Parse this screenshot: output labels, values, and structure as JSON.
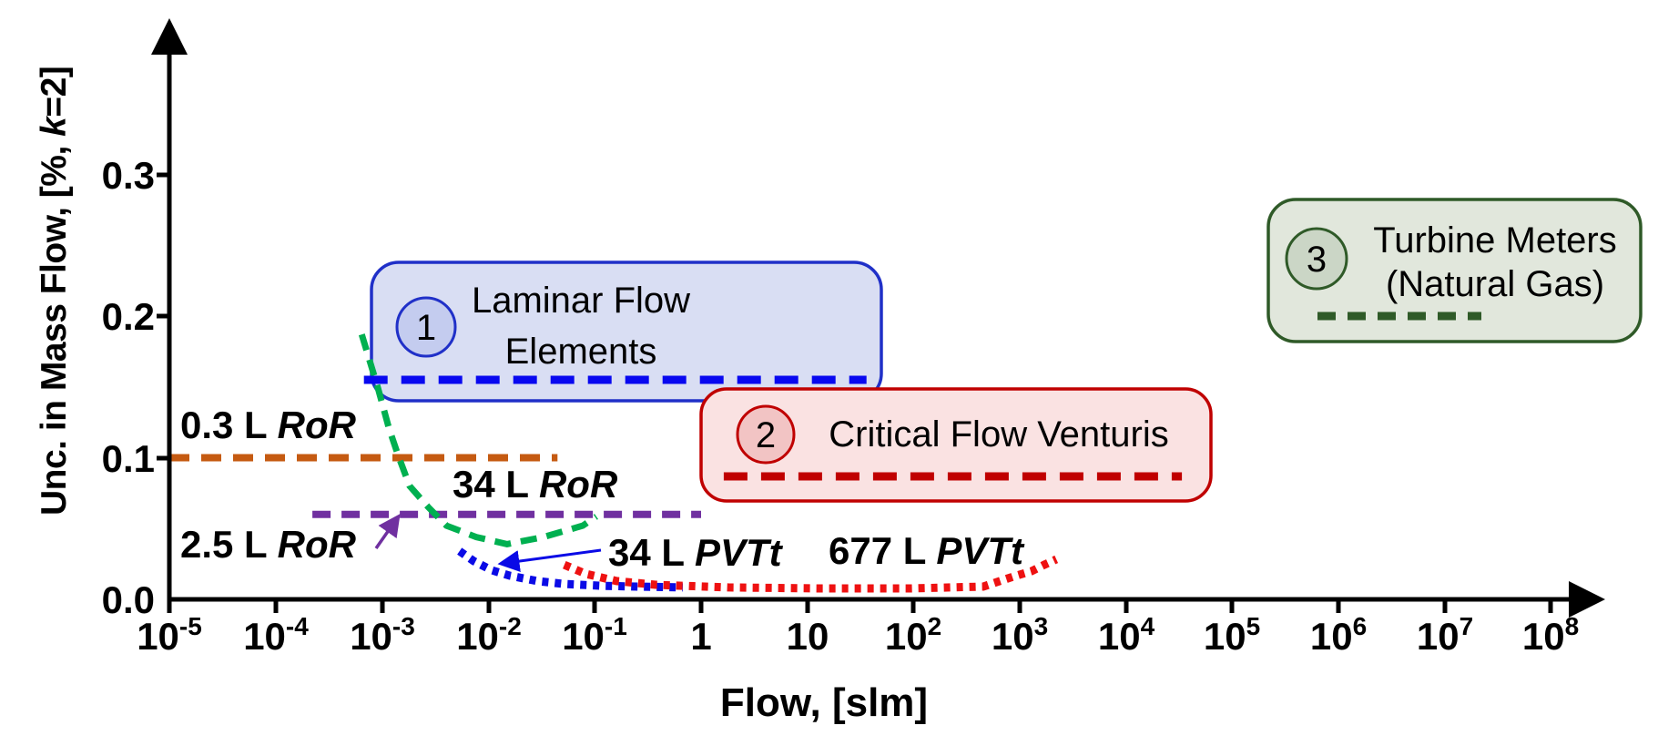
{
  "axes": {
    "y_label_prefix": "Unc. in Mass Flow, [%, ",
    "y_label_k": "k",
    "y_label_suffix": "=2]",
    "x_label": "Flow, [slm]",
    "y_ticks": [
      "0.0",
      "0.1",
      "0.2",
      "0.3"
    ],
    "x_ticks": [
      {
        "base": "10",
        "exp": "-5"
      },
      {
        "base": "10",
        "exp": "-4"
      },
      {
        "base": "10",
        "exp": "-3"
      },
      {
        "base": "10",
        "exp": "-2"
      },
      {
        "base": "10",
        "exp": "-1"
      },
      {
        "base": "1",
        "exp": ""
      },
      {
        "base": "10",
        "exp": ""
      },
      {
        "base": "10",
        "exp": "2"
      },
      {
        "base": "10",
        "exp": "3"
      },
      {
        "base": "10",
        "exp": "4"
      },
      {
        "base": "10",
        "exp": "5"
      },
      {
        "base": "10",
        "exp": "6"
      },
      {
        "base": "10",
        "exp": "7"
      },
      {
        "base": "10",
        "exp": "8"
      }
    ]
  },
  "chart_data": {
    "type": "line",
    "title": "",
    "xlabel": "Flow, [slm]",
    "ylabel": "Unc. in Mass Flow, [%, k=2]",
    "x_scale": "log10",
    "xlim": [
      1e-05,
      100000000
    ],
    "ylim": [
      0.0,
      0.38
    ],
    "grid": false,
    "legend_position": "inline-annotations",
    "series": [
      {
        "name": "0.3 L RoR",
        "style": "dashed",
        "color": "#C55A11",
        "dash": "22 13",
        "width": 8,
        "points": [
          [
            1e-05,
            0.1
          ],
          [
            0.044,
            0.1
          ]
        ]
      },
      {
        "name": "2.5 L RoR",
        "style": "dashed",
        "color": "#7030A0",
        "dash": "20 12",
        "width": 8,
        "points": [
          [
            0.00022,
            0.06
          ],
          [
            0.98,
            0.06
          ]
        ]
      },
      {
        "name": "34 L RoR",
        "style": "dashed",
        "color": "#00B050",
        "dash": "18 11",
        "width": 7,
        "points": [
          [
            0.00064,
            0.187
          ],
          [
            0.00091,
            0.149
          ],
          [
            0.00115,
            0.121
          ],
          [
            0.0014,
            0.102
          ],
          [
            0.0018,
            0.08
          ],
          [
            0.0027,
            0.065
          ],
          [
            0.004,
            0.052
          ],
          [
            0.0076,
            0.044
          ],
          [
            0.0148,
            0.039
          ],
          [
            0.0326,
            0.044
          ],
          [
            0.076,
            0.052
          ],
          [
            0.102,
            0.0585
          ]
        ]
      },
      {
        "name": "34 L PVTt",
        "style": "dotted",
        "color": "#0A0AE6",
        "dash": "7 7",
        "width": 9,
        "points": [
          [
            0.0053,
            0.034
          ],
          [
            0.0072,
            0.027
          ],
          [
            0.0106,
            0.0206
          ],
          [
            0.0157,
            0.0167
          ],
          [
            0.0284,
            0.0129
          ],
          [
            0.051,
            0.0109
          ],
          [
            0.113,
            0.0096
          ],
          [
            0.247,
            0.009
          ],
          [
            0.66,
            0.0084
          ]
        ]
      },
      {
        "name": "677 L PVTt",
        "style": "dotted",
        "color": "#EE1111",
        "dash": "7 7",
        "width": 9,
        "points": [
          [
            0.051,
            0.0244
          ],
          [
            0.081,
            0.018
          ],
          [
            0.158,
            0.0129
          ],
          [
            0.367,
            0.0103
          ],
          [
            1.77,
            0.0084
          ],
          [
            12.6,
            0.0077
          ],
          [
            91,
            0.0077
          ],
          [
            437,
            0.009
          ],
          [
            837,
            0.0161
          ],
          [
            1240,
            0.0199
          ],
          [
            1630,
            0.0244
          ],
          [
            2120,
            0.0283
          ]
        ]
      },
      {
        "name": "Laminar Flow Elements range",
        "style": "dashed",
        "color": "#0808F0",
        "dash": "26 15",
        "width": 9,
        "points": [
          [
            0.00067,
            0.155
          ],
          [
            35,
            0.155
          ]
        ]
      },
      {
        "name": "Critical Flow Venturis range",
        "style": "dashed",
        "color": "#C00000",
        "dash": "26 15",
        "width": 9,
        "points": [
          [
            1.6,
            0.0868
          ],
          [
            32000,
            0.0868
          ]
        ]
      },
      {
        "name": "Turbine Meters range",
        "style": "dashed",
        "color": "#2F5A28",
        "dash": "20 13",
        "width": 9,
        "points": [
          [
            600000,
            0.2
          ],
          [
            20700000,
            0.2
          ]
        ]
      }
    ]
  },
  "annotations": {
    "ror03": {
      "prefix": "0.3 L ",
      "italic": "RoR",
      "color": "#C55A11"
    },
    "ror25": {
      "prefix": "2.5 L ",
      "italic": "RoR",
      "color": "#7030A0"
    },
    "ror34": {
      "prefix": "34 L ",
      "italic": "RoR",
      "color": "#00B050"
    },
    "pvtt34": {
      "prefix": "34 L ",
      "italic": "PVTt",
      "color": "#0A0AE6"
    },
    "pvtt677": {
      "prefix": "677 L ",
      "italic": "PVTt",
      "color": "#EE1111"
    }
  },
  "boxes": {
    "box1": {
      "number": "1",
      "line1": "Laminar Flow",
      "line2": "Elements",
      "fill": "#D9DEF3",
      "stroke": "#2030C8",
      "text_color": "#1F23C8",
      "circle_fill": "#C4CCEF"
    },
    "box2": {
      "number": "2",
      "line1": "Critical Flow Venturis",
      "fill": "#FAE2E2",
      "stroke": "#C00000",
      "text_color": "#C00000",
      "circle_fill": "#F2C4C4"
    },
    "box3": {
      "number": "3",
      "line1": "Turbine Meters",
      "line2": "(Natural Gas)",
      "fill": "#E1E7DC",
      "stroke": "#2F5A28",
      "text_color": "#2F5A28",
      "circle_fill": "#CBD6C6"
    }
  }
}
